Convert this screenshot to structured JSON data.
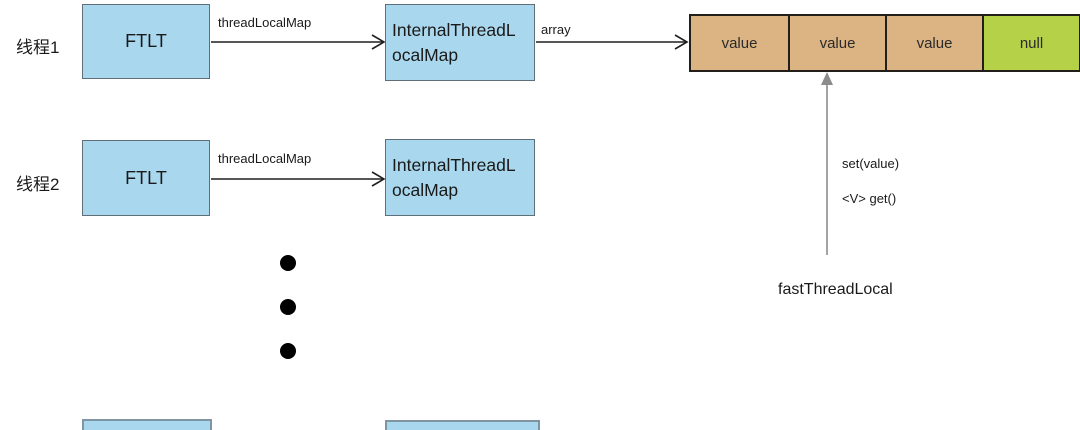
{
  "diagram": {
    "threads": [
      {
        "label": "线程1",
        "node": "FTLT",
        "edge": "threadLocalMap",
        "map": "InternalThreadLocalMap"
      },
      {
        "label": "线程2",
        "node": "FTLT",
        "edge": "threadLocalMap",
        "map": "InternalThreadLocalMap"
      }
    ],
    "array": {
      "edge_label": "array",
      "cells": [
        {
          "value": "value",
          "fill": "#DCB483"
        },
        {
          "value": "value",
          "fill": "#DCB483"
        },
        {
          "value": "value",
          "fill": "#DCB483"
        },
        {
          "value": "null",
          "fill": "#B4D147"
        }
      ]
    },
    "fast_thread_local": {
      "set_method": "set(value)",
      "get_method": "<V> get()",
      "label": "fastThreadLocal"
    },
    "colors": {
      "node_fill": "#A9D7EE",
      "node_border": "#5f6e78",
      "cell_value_fill": "#DCB483",
      "cell_null_fill": "#B4D147",
      "cell_border": "#221f1a",
      "arrow": "#1f1f1f",
      "pointer_arrow": "#8c8c8c"
    }
  }
}
